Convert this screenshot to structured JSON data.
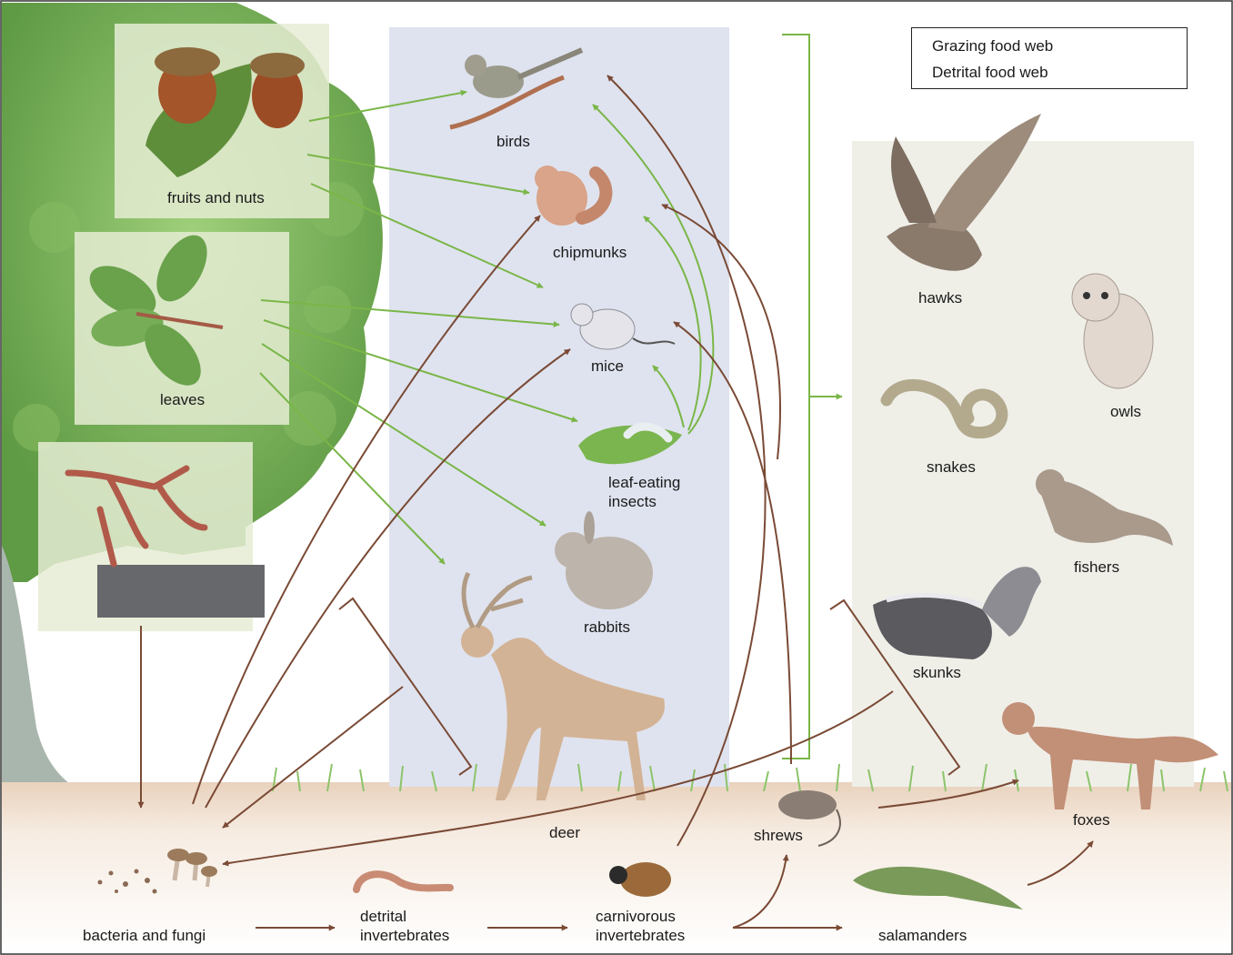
{
  "legend": {
    "grazing_label": "Grazing food web",
    "detrital_label": "Detrital food web",
    "grazing_color": "#7ab648",
    "detrital_color": "#7a4a35"
  },
  "producers": {
    "fruits": "fruits and nuts",
    "leaves": "leaves",
    "dead_material_label": ""
  },
  "herbivores": {
    "birds": "birds",
    "chipmunks": "chipmunks",
    "mice": "mice",
    "insects_line1": "leaf-eating",
    "insects_line2": "insects",
    "rabbits": "rabbits",
    "deer": "deer"
  },
  "carnivores": {
    "hawks": "hawks",
    "owls": "owls",
    "snakes": "snakes",
    "fishers": "fishers",
    "skunks": "skunks",
    "foxes": "foxes"
  },
  "detrital": {
    "bacteria": "bacteria and fungi",
    "detrital_inv_line1": "detrital",
    "detrital_inv_line2": "invertebrates",
    "carn_inv_line1": "carnivorous",
    "carn_inv_line2": "invertebrates",
    "shrews": "shrews",
    "salamanders": "salamanders"
  }
}
